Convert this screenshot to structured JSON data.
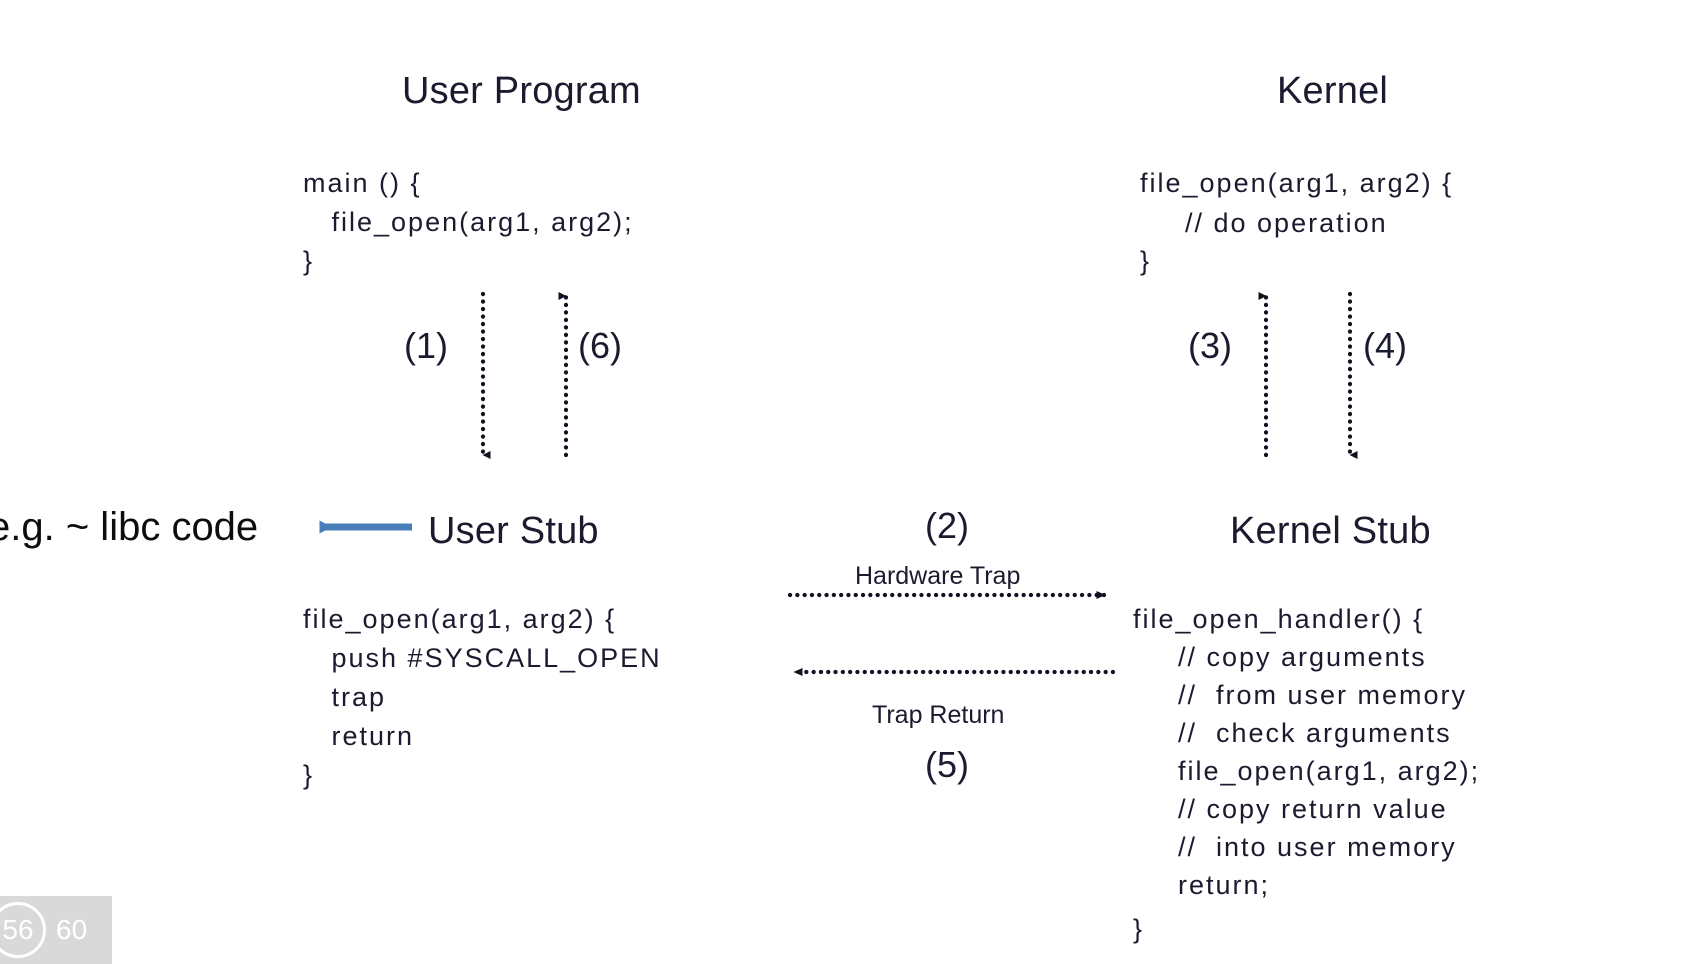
{
  "slide": {
    "headings": {
      "user_program": "User Program",
      "kernel": "Kernel",
      "user_stub": "User Stub",
      "kernel_stub": "Kernel Stub"
    },
    "code_blocks": {
      "user_main": "main () {\n   file_open(arg1, arg2);\n}",
      "kernel_impl_line1": "file_open(arg1, arg2) {",
      "kernel_impl_comment": "// do operation",
      "kernel_impl_close": "}",
      "user_stub": "file_open(arg1, arg2) {\n   push #SYSCALL_OPEN\n   trap\n   return\n}",
      "kernel_stub_open": "file_open_handler() {",
      "kernel_stub_c1": "// copy arguments",
      "kernel_stub_c2": "//  from user memory",
      "kernel_stub_c3": "//  check arguments",
      "kernel_stub_call": "file_open(arg1, arg2);",
      "kernel_stub_c4": "// copy return value",
      "kernel_stub_c5": "//  into user memory",
      "kernel_stub_return": "return;",
      "kernel_stub_close": "}"
    },
    "steps": {
      "s1": "(1)",
      "s2": "(2)",
      "s3": "(3)",
      "s4": "(4)",
      "s5": "(5)",
      "s6": "(6)"
    },
    "trap_labels": {
      "hardware_trap": "Hardware Trap",
      "trap_return": "Trap Return"
    },
    "annotation": {
      "libc_note": "e.g. ~ libc code"
    },
    "counter": {
      "current": "56",
      "total": "60"
    },
    "colors": {
      "ink": "#1b1b2f",
      "annotation_arrow": "#4a7ebb",
      "badge_background": "#d9d9d9",
      "badge_text": "#ffffff",
      "page_background": "#ffffff"
    },
    "icon_names": {
      "callout_arrow": "left-arrow-icon",
      "dotted_down": "dotted-down-arrow-icon",
      "dotted_up": "dotted-up-arrow-icon",
      "dotted_right": "dotted-right-arrow-icon",
      "dotted_left": "dotted-left-arrow-icon"
    }
  }
}
